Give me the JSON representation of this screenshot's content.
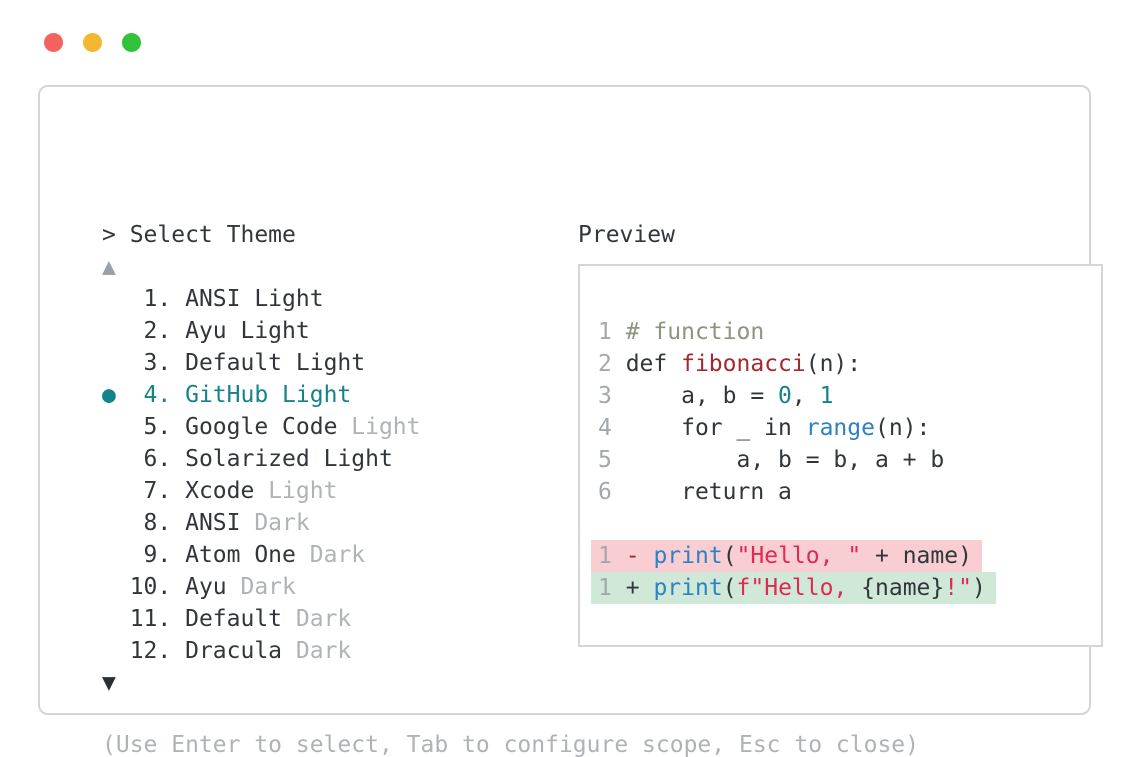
{
  "colors": {
    "text_dark": "#31363b",
    "text_gray": "#afb3b6",
    "line_number_gray": "#a3a8ac",
    "arrow_up_gray": "#9a9fa3",
    "arrow_down": "#2a2f34",
    "accent_teal": "#15838c",
    "comment_green": "#8d9480",
    "function_red": "#a4292f",
    "builtin_blue": "#2e82c2",
    "string_crimson": "#e02953",
    "removed_bg": "#f8ced3",
    "added_bg": "#cfe8d8",
    "removed_marker": "#a4292f",
    "border_gray": "#d5d5d8",
    "light_red": "#f4625d",
    "light_yellow": "#f5b72f",
    "light_green": "#30c239"
  },
  "window_controls": [
    "close",
    "minimize",
    "zoom"
  ],
  "selector": {
    "prompt": "> Select Theme",
    "scroll_up_symbol": "▲",
    "scroll_down_symbol": "▼",
    "selected_bullet": "●",
    "items": [
      {
        "num": " 1",
        "name": "ANSI Light",
        "variant": "",
        "selected": false
      },
      {
        "num": " 2",
        "name": "Ayu Light",
        "variant": "",
        "selected": false
      },
      {
        "num": " 3",
        "name": "Default Light",
        "variant": "",
        "selected": false
      },
      {
        "num": " 4",
        "name": "GitHub Light",
        "variant": "",
        "selected": true
      },
      {
        "num": " 5",
        "name": "Google Code",
        "variant": "Light",
        "selected": false
      },
      {
        "num": " 6",
        "name": "Solarized Light",
        "variant": "",
        "selected": false
      },
      {
        "num": " 7",
        "name": "Xcode",
        "variant": "Light",
        "selected": false
      },
      {
        "num": " 8",
        "name": "ANSI",
        "variant": "Dark",
        "selected": false
      },
      {
        "num": " 9",
        "name": "Atom One",
        "variant": "Dark",
        "selected": false
      },
      {
        "num": "10",
        "name": "Ayu",
        "variant": "Dark",
        "selected": false
      },
      {
        "num": "11",
        "name": "Default",
        "variant": "Dark",
        "selected": false
      },
      {
        "num": "12",
        "name": "Dracula",
        "variant": "Dark",
        "selected": false
      }
    ],
    "footer_hint": "(Use Enter to select, Tab to configure scope, Esc to close)"
  },
  "preview": {
    "title": "Preview",
    "lines": [
      {
        "bg": "none",
        "tokens": [
          [
            "ln",
            "1"
          ],
          [
            "plain",
            " "
          ],
          [
            "comment",
            "# function"
          ]
        ]
      },
      {
        "bg": "none",
        "tokens": [
          [
            "ln",
            "2"
          ],
          [
            "plain",
            " def "
          ],
          [
            "func",
            "fibonacci"
          ],
          [
            "plain",
            "(n):"
          ]
        ]
      },
      {
        "bg": "none",
        "tokens": [
          [
            "ln",
            "3"
          ],
          [
            "plain",
            "     a, b = "
          ],
          [
            "number",
            "0"
          ],
          [
            "plain",
            ", "
          ],
          [
            "number",
            "1"
          ]
        ]
      },
      {
        "bg": "none",
        "tokens": [
          [
            "ln",
            "4"
          ],
          [
            "plain",
            "     for _ in "
          ],
          [
            "builtin",
            "range"
          ],
          [
            "plain",
            "(n):"
          ]
        ]
      },
      {
        "bg": "none",
        "tokens": [
          [
            "ln",
            "5"
          ],
          [
            "plain",
            "         a, b = b, a + b"
          ]
        ]
      },
      {
        "bg": "none",
        "tokens": [
          [
            "ln",
            "6"
          ],
          [
            "plain",
            "     return a"
          ]
        ]
      },
      {
        "bg": "none",
        "tokens": []
      },
      {
        "bg": "removed",
        "tokens": [
          [
            "ln",
            "1"
          ],
          [
            "plain",
            " "
          ],
          [
            "del",
            "-"
          ],
          [
            "plain",
            " "
          ],
          [
            "builtin",
            "print"
          ],
          [
            "plain",
            "("
          ],
          [
            "string",
            "\"Hello, \""
          ],
          [
            "plain",
            " + name)"
          ]
        ]
      },
      {
        "bg": "added",
        "tokens": [
          [
            "ln",
            "1"
          ],
          [
            "plain",
            " "
          ],
          [
            "add",
            "+"
          ],
          [
            "plain",
            " "
          ],
          [
            "builtin",
            "print"
          ],
          [
            "plain",
            "("
          ],
          [
            "string",
            "f\"Hello, "
          ],
          [
            "plain",
            "{name}"
          ],
          [
            "string",
            "!\""
          ],
          [
            "plain",
            ")"
          ]
        ]
      }
    ]
  }
}
